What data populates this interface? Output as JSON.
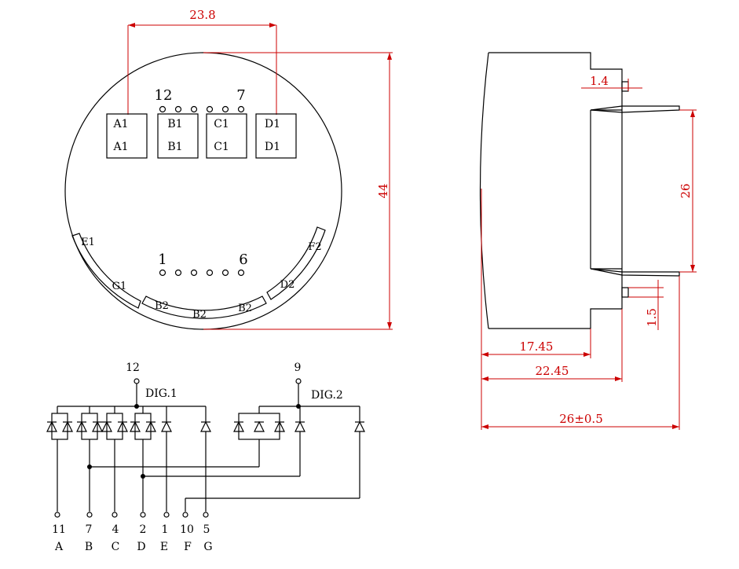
{
  "colors": {
    "line": "#000000",
    "dimension": "#cc0000"
  },
  "front_view": {
    "dims": {
      "width": "23.8",
      "height": "44"
    },
    "digit_boxes": [
      {
        "top": "A1",
        "bottom": "A1"
      },
      {
        "top": "B1",
        "bottom": "B1"
      },
      {
        "top": "C1",
        "bottom": "C1"
      },
      {
        "top": "D1",
        "bottom": "D1"
      }
    ],
    "pin_labels": {
      "top_left": "12",
      "top_right": "7",
      "bottom_left": "1",
      "bottom_right": "6"
    },
    "ring_labels": {
      "e1": "E1",
      "f2": "F2",
      "g1": "G1",
      "d2": "D2",
      "b2_left": "B2",
      "b2_mid": "B2",
      "b2_right": "B2"
    }
  },
  "side_view": {
    "dims": {
      "pin_offset": "1.4",
      "pin_span": "26",
      "pin_thickness": "1.5",
      "body_depth": "17.45",
      "depth_with_base": "22.45",
      "total_depth": "26±0.5"
    }
  },
  "schematic": {
    "dig1": {
      "pin": "12",
      "label": "DIG.1"
    },
    "dig2": {
      "pin": "9",
      "label": "DIG.2"
    },
    "segments": [
      {
        "pin": "11",
        "segment": "A"
      },
      {
        "pin": "7",
        "segment": "B"
      },
      {
        "pin": "4",
        "segment": "C"
      },
      {
        "pin": "2",
        "segment": "D"
      },
      {
        "pin": "1",
        "segment": "E"
      },
      {
        "pin": "10",
        "segment": "F"
      },
      {
        "pin": "5",
        "segment": "G"
      }
    ]
  }
}
